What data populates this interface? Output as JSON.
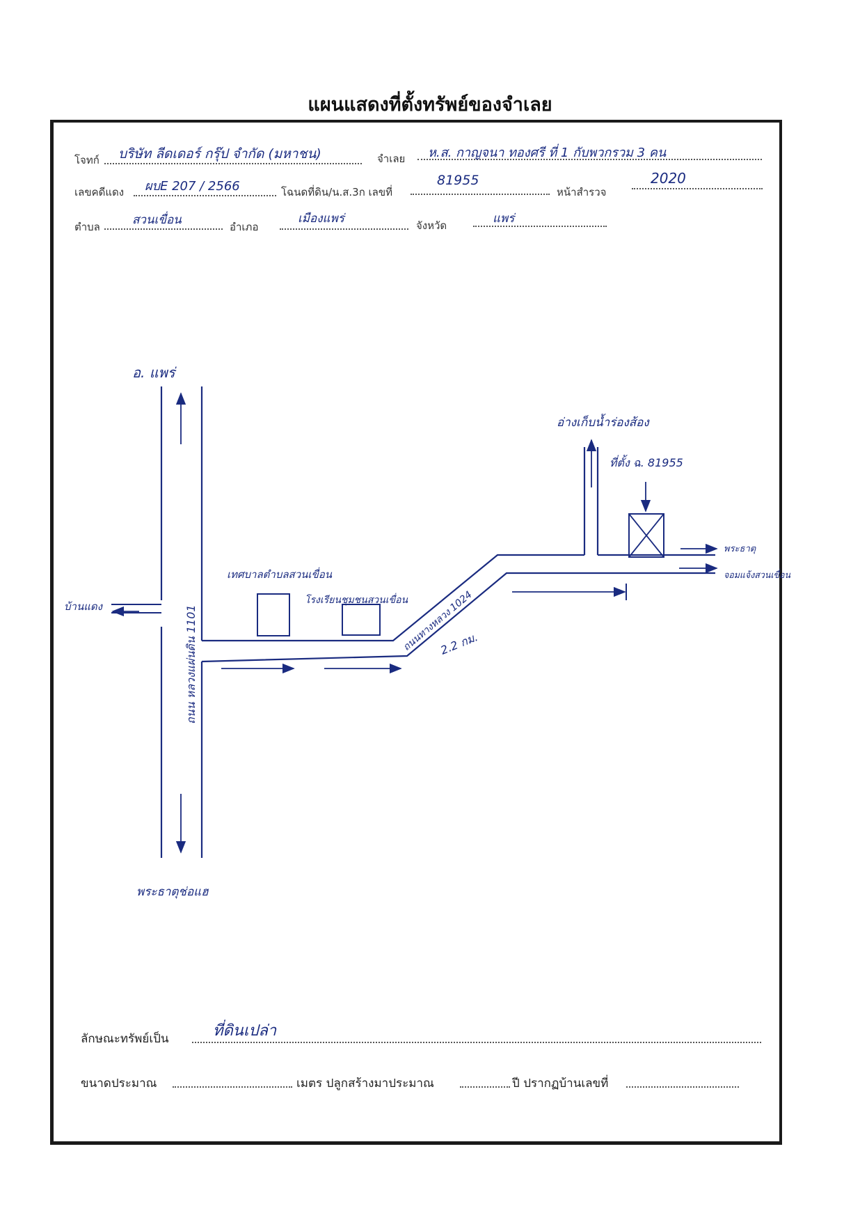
{
  "title": "แผนแสดงที่ตั้งทรัพย์ของจำเลย",
  "header": {
    "plaintiff_label": "โจทก์",
    "plaintiff_value": "บริษัท ลีดเดอร์ กรุ๊ป จำกัด (มหาชน)",
    "defendant_label": "จำเลย",
    "defendant_value": "ห.ส. กาญจนา ทองศรี ที่ 1 กับพวกรวม 3 คน",
    "case_no_label": "เลขคดีแดง",
    "case_no_value": "ผบE 207 / 2566",
    "deed_label": "โฉนดที่ดิน/น.ส.3ก เลขที่",
    "deed_value": "81955",
    "survey_page_label": "หน้าสำรวจ",
    "survey_page_value": "2020",
    "subdistrict_label": "ตำบล",
    "subdistrict_value": "สวนเขื่อน",
    "district_label": "อำเภอ",
    "district_value": "เมืองแพร่",
    "province_label": "จังหวัด",
    "province_value": "แพร่"
  },
  "map": {
    "to_phrae": "อ. แพร่",
    "ban_daeng": "บ้านแดง",
    "road_1101": "ถนน หลวงแผ่นดิน 1101",
    "phra_that_cho_hae": "พระธาตุช่อแฮ",
    "municipal_office": "เทศบาลตำบลสวนเขื่อน",
    "school": "โรงเรียนชุมชนสวนเขื่อน",
    "road_1024": "ถนนทางหลวง 1024",
    "distance": "2.2 กม.",
    "reservoir": "อ่างเก็บน้ำร่องส้อง",
    "property_location": "ที่ตั้ง ฉ. 81955",
    "phra_that_top": "พระธาตุ",
    "phra_that_bottom": "จอมแจ้งสวนเขื่อน"
  },
  "footer": {
    "property_type_label": "ลักษณะทรัพย์เป็น",
    "property_type_value": "ที่ดินเปล่า",
    "size_label": "ขนาดประมาณ",
    "size_unit": "เมตร ปลูกสร้างมาประมาณ",
    "year_label": "ปี ปรากฏบ้านเลขที่"
  }
}
